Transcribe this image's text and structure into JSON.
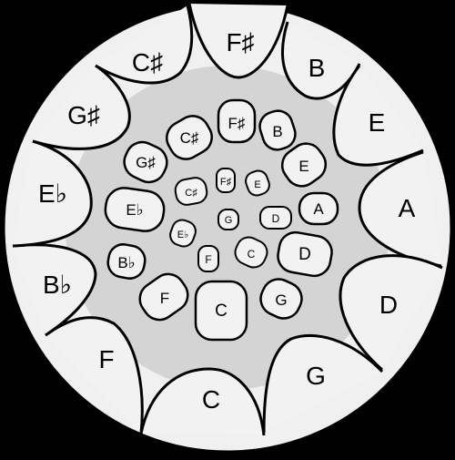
{
  "colors": {
    "background": "#000000",
    "disc_face": "#f0f0f0",
    "inner_field": "#d4d4d4",
    "key_fill": "#f2f2f2",
    "outline": "#000000"
  },
  "rings": {
    "outer": [
      "F♯",
      "B",
      "E",
      "A",
      "D",
      "G",
      "C",
      "F",
      "B♭",
      "E♭",
      "G♯",
      "C♯"
    ],
    "middle": [
      "F♯",
      "B",
      "E",
      "A",
      "D",
      "G",
      "C",
      "F",
      "B♭",
      "E♭",
      "G♯",
      "C♯"
    ],
    "inner": [
      "F♯",
      "E",
      "D",
      "C",
      "F",
      "E♭",
      "C♯"
    ],
    "center": "G"
  }
}
